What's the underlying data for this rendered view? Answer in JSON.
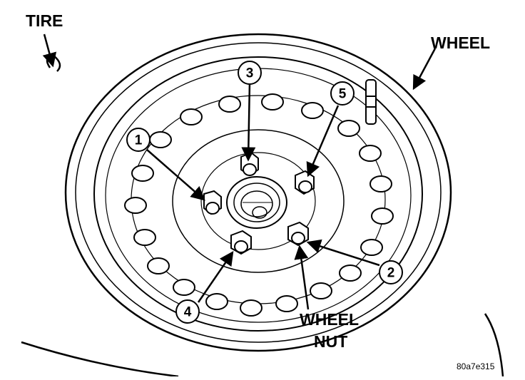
{
  "diagram": {
    "labels": {
      "tire": "TIRE",
      "wheel": "WHEEL",
      "wheel_nut_line1": "WHEEL",
      "wheel_nut_line2": "NUT",
      "figure_code": "80a7e315"
    },
    "sequence_callouts": [
      "1",
      "2",
      "3",
      "4",
      "5"
    ]
  }
}
